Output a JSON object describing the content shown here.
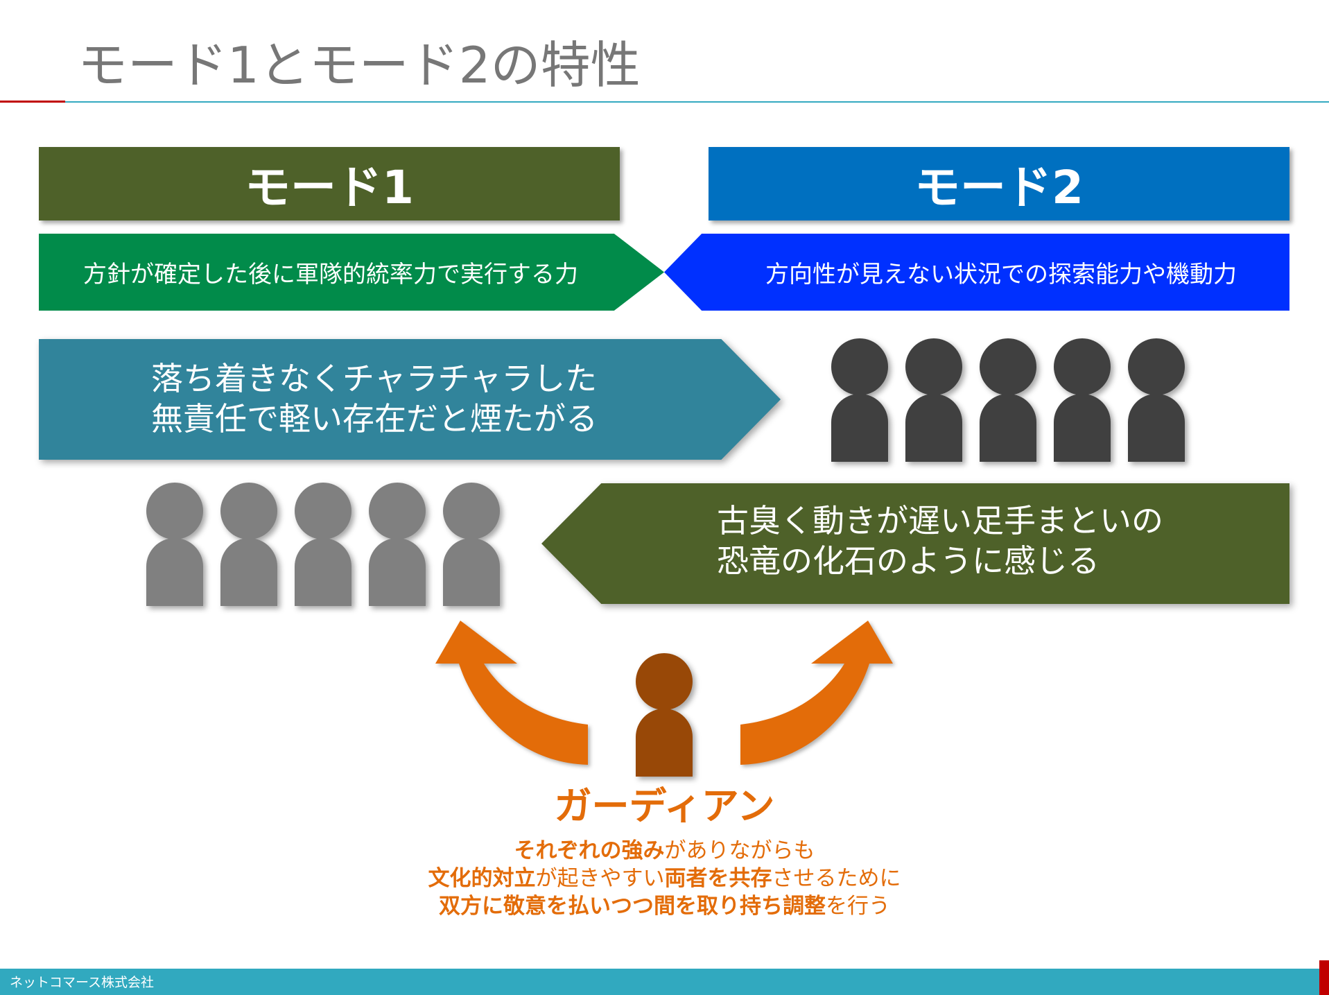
{
  "header": {
    "title": "モード1とモード2の特性"
  },
  "mode1": {
    "label": "モード1",
    "description": "方針が確定した後に軍隊的統率力で実行する力"
  },
  "mode2": {
    "label": "モード2",
    "description": "方向性が見えない状況での探索能力や機動力"
  },
  "arrow_mode1_to_mode2": {
    "line1": "落ち着きなくチャラチャラした",
    "line2": "無責任で軽い存在だと煙たがる"
  },
  "arrow_mode2_to_mode1": {
    "line1": "古臭く動きが遅い足手まといの",
    "line2": "恐竜の化石のように感じる"
  },
  "guardian": {
    "title": "ガーディアン",
    "line1": {
      "bold1": "それぞれの強み",
      "text1": "がありながらも"
    },
    "line2": {
      "bold1": "文化的対立",
      "text1": "が起きやすい",
      "bold2": "両者を共存",
      "text2": "させるために"
    },
    "line3": {
      "bold1": "双方に敬意を払いつつ間を取り持ち調整",
      "text1": "を行う"
    }
  },
  "footer": {
    "company": "ネットコマース株式会社"
  },
  "colors": {
    "mode1": "#4e6129",
    "mode2": "#0070c0",
    "desc1": "#018b4a",
    "desc2": "#0030ff",
    "arrow_teal": "#31849b",
    "guardian_orange": "#e36c09",
    "guardian_person": "#984807",
    "person_dark": "#404040",
    "person_gray": "#808080",
    "footer": "#31a9bf"
  },
  "icons": [
    "person-icon",
    "curved-arrow-icon"
  ]
}
